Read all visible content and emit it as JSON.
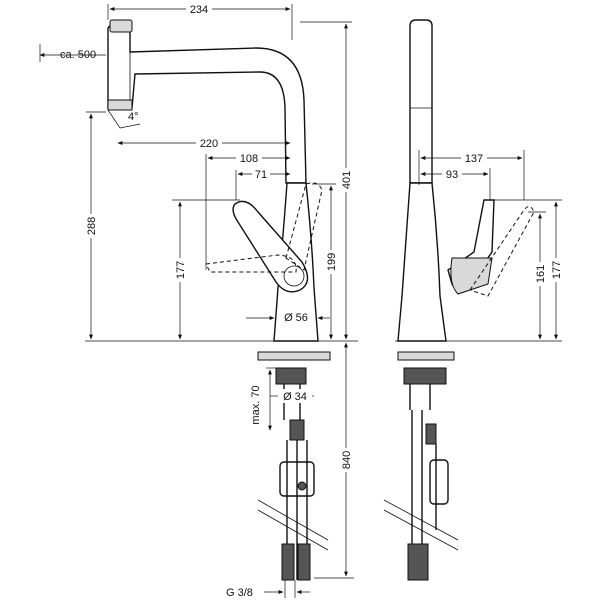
{
  "dimensions": {
    "d234": "234",
    "ca500": "ca. 500",
    "angle4": "4°",
    "d220": "220",
    "d108": "108",
    "d71": "71",
    "d401": "401",
    "d288": "288",
    "d177_front": "177",
    "d199": "199",
    "dia56": "Ø 56",
    "max70": "max. 70",
    "dia34": "Ø 34",
    "d840": "840",
    "g38": "G 3/8",
    "d137": "137",
    "d93": "93",
    "d161": "161",
    "d177_side": "177"
  }
}
